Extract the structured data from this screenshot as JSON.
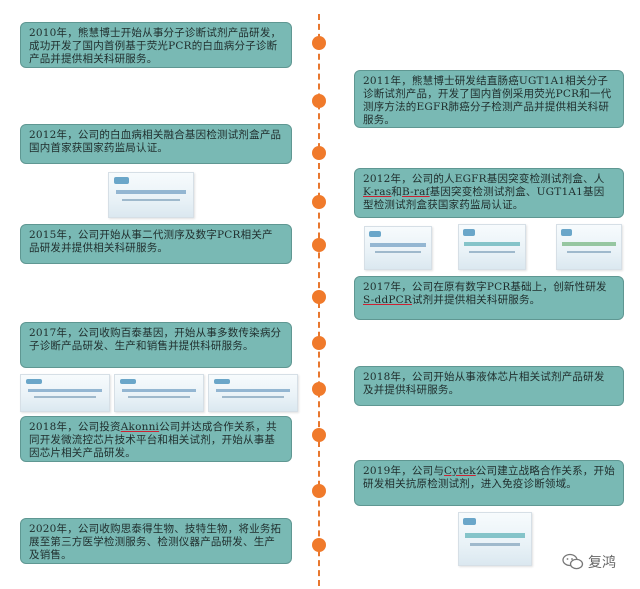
{
  "events": [
    {
      "text": "2010年，熊慧博士开始从事分子诊断试剂产品研发，成功开发了国内首例基于荧光PCR的白血病分子诊断产品并提供相关科研服务。"
    },
    {
      "text": "2011年，熊慧博士研发结直肠癌UGT1A1相关分子诊断试剂产品，开发了国内首例采用荧光PCR和一代测序方法的EGFR肺癌分子检测产品并提供相关科研服务。"
    },
    {
      "text": "2012年，公司的白血病相关融合基因检测试剂盒产品国内首家获国家药监局认证。"
    },
    {
      "text_parts": [
        "2012年，公司的人EGFR基因突变检测试剂盒、人",
        "K-ras",
        "和",
        "B-raf",
        "基因突变检测试剂盒、UGT1A1基因型检测试剂盒获国家药监局认证。"
      ]
    },
    {
      "text": "2015年，公司开始从事二代测序及数字PCR相关产品研发并提供相关科研服务。"
    },
    {
      "text_parts": [
        "2017年，公司在原有数字PCR基础上，创新性研发",
        "S-ddPCR",
        "试剂并提供相关科研服务。"
      ]
    },
    {
      "text": "2017年，公司收购百泰基因，开始从事多数传染病分子诊断产品研发、生产和销售并提供科研服务。"
    },
    {
      "text": "2018年，公司开始从事液体芯片相关试剂产品研发及并提供科研服务。"
    },
    {
      "text_parts": [
        "2018年，公司投资",
        "Akonni",
        "公司并达成合作关系，共同开发微流控芯片技术平台和相关试剂，开始从事基因芯片相关产品研发。"
      ]
    },
    {
      "text_parts": [
        "2019年，公司与",
        "Cytek",
        "公司建立战略合作关系，开始研发相关抗原检测试剂，进入免疫诊断领域。"
      ]
    },
    {
      "text": "2020年，公司收购思泰得生物、技特生物，将业务拓展至第三方医学检测服务、检测仪器产品研发、生产及销售。"
    }
  ],
  "watermark": {
    "label": "复鸿",
    "icon": "wechat-icon"
  },
  "colors": {
    "box": "#79b9b4",
    "axis": "#e8772e",
    "dot": "#f07a2b"
  }
}
